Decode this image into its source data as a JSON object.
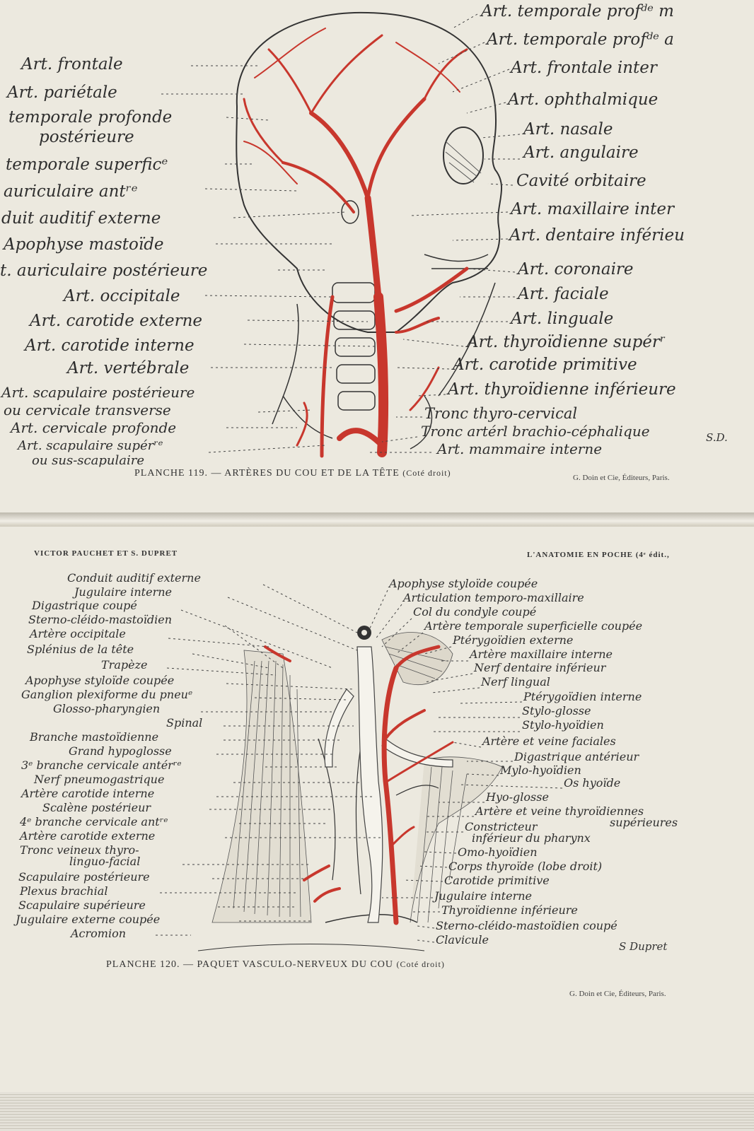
{
  "plate_top": {
    "caption_main": "PLANCHE 119. — ARTÈRES DU COU ET DE LA TÊTE",
    "caption_side": "(Coté droit)",
    "publisher": "G. Doin et Cie, Éditeurs, Paris.",
    "signature": "S.D.",
    "labels_left": [
      "Art. frontale",
      "Art. pariétale",
      "temporale profonde",
      "postérieure",
      "temporale superficᵉ",
      "auriculaire antʳᵉ",
      "duit auditif externe",
      "Apophyse mastoïde",
      "t. auriculaire postérieure",
      "Art. occipitale",
      "Art. carotide externe",
      "Art. carotide interne",
      "Art. vertébrale",
      "Art. scapulaire postérieure",
      "ou cervicale transverse",
      "Art. cervicale profonde",
      "Art. scapulaire supérʳᵉ",
      "ou sus-scapulaire"
    ],
    "labels_right": [
      "Art. temporale profᵈᵉ m",
      "Art. temporale profᵈᵉ a",
      "Art. frontale inter",
      "Art. ophthalmique",
      "Art. nasale",
      "Art. angulaire",
      "Cavité orbitaire",
      "Art. maxillaire inter",
      "Art. dentaire inférieu",
      "Art. coronaire",
      "Art. faciale",
      "Art. linguale",
      "Art. thyroïdienne supérʳ",
      "Art. carotide primitive",
      "Art. thyroïdienne inférieure",
      "Tronc thyro-cervical",
      "Tronc artérl brachio-céphalique",
      "Art. mammaire interne"
    ]
  },
  "plate_bottom": {
    "header_left": "VICTOR PAUCHET ET S. DUPRET",
    "header_right": "L'ANATOMIE EN POCHE (4ᵉ édit.,",
    "caption_main": "PLANCHE 120. — PAQUET VASCULO-NERVEUX DU COU",
    "caption_side": "(Coté droit)",
    "publisher": "G. Doin et Cie, Éditeurs, Paris.",
    "signature": "S Dupret",
    "labels_left": [
      "Conduit auditif externe",
      "Jugulaire interne",
      "Digastrique coupé",
      "Sterno-cléido-mastoïdien",
      "Artère occipitale",
      "Splénius de la tête",
      "Trapèze",
      "Apophyse styloïde coupée",
      "Ganglion plexiforme du pneuᵉ",
      "Glosso-pharyngien",
      "Spinal",
      "Branche mastoïdienne",
      "Grand hypoglosse",
      "3ᵉ branche cervicale antérʳᵉ",
      "Nerf pneumogastrique",
      "Artère carotide interne",
      "Scalène postérieur",
      "4ᵉ branche cervicale antʳᵉ",
      "Artère carotide externe",
      "Tronc veineux thyro-",
      "linguo-facial",
      "Scapulaire postérieure",
      "Plexus brachial",
      "Scapulaire supérieure",
      "Jugulaire externe coupée",
      "Acromion"
    ],
    "labels_right": [
      "Apophyse styloïde coupée",
      "Articulation temporo-maxillaire",
      "Col du condyle coupé",
      "Artère temporale superficielle coupée",
      "Ptérygoïdien externe",
      "Artère maxillaire interne",
      "Nerf dentaire inférieur",
      "Nerf lingual",
      "Ptérygoïdien interne",
      "Stylo-glosse",
      "Stylo-hyoïdien",
      "Artère et veine faciales",
      "Digastrique antérieur",
      "Mylo-hyoïdien",
      "Os hyoïde",
      "Hyo-glosse",
      "Artère et veine thyroïdiennes",
      "supérieures",
      "Constricteur",
      "inférieur du pharynx",
      "Omo-hyoïdien",
      "Corps thyroïde (lobe droit)",
      "Carotide primitive",
      "Jugulaire interne",
      "Thyroïdienne inférieure",
      "Sterno-cléido-mastoïdien coupé",
      "Clavicule"
    ]
  },
  "colors": {
    "paper": "#ece9df",
    "ink": "#2e2e2e",
    "artery": "#c8372d"
  }
}
